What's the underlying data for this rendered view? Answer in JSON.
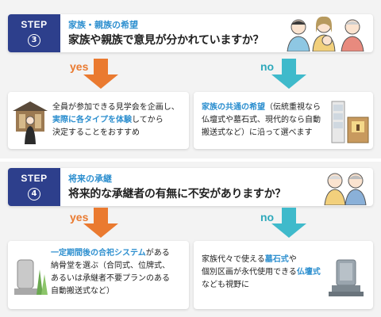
{
  "step3": {
    "step_label": "STEP",
    "step_number": "3",
    "title": "家族・親族の希望",
    "question": "家族や親族で意見が分かれていますか？",
    "yes_label": "yes",
    "no_label": "no",
    "yes_answer": {
      "line1": "全員が参加できる見学会を企画し、",
      "line2_highlight": "実際に各タイプを体験",
      "line2_rest": "してから",
      "line3": "決定することをおすすめ"
    },
    "no_answer": {
      "line1_highlight": "家族の共通の希望",
      "line1_rest": "（伝統重視なら",
      "line2": "仏壇式や墓石式、現代的なら自動",
      "line3": "搬送式など）に沿って選べます"
    }
  },
  "step4": {
    "step_label": "STEP",
    "step_number": "4",
    "title": "将来の承継",
    "question": "将来的な承継者の有無に不安がありますか？",
    "yes_label": "yes",
    "no_label": "no",
    "yes_answer": {
      "line1_highlight": "一定期間後の合祀システム",
      "line1_rest": "がある",
      "line2": "納骨堂を選ぶ（合同式、位牌式、",
      "line3": "あるいは承継者不要プランのある",
      "line4": "自動搬送式など）"
    },
    "no_answer": {
      "line1_a": "家族代々で使える",
      "line1_highlight": "墓石式",
      "line1_b": "や",
      "line2_a": "個別区画が永代使用できる",
      "line2_highlight": "仏壇式",
      "line3": "なども視野に"
    }
  },
  "colors": {
    "step_bg": "#2d3f8c",
    "accent_blue": "#2d8fcf",
    "yes_orange": "#ea7a30",
    "no_teal": "#3fbacb",
    "panel_bg": "#f3f3f3"
  },
  "icons": [
    "family-illustration",
    "temple-tour-illustration",
    "altar-illustration",
    "elderly-couple-illustration",
    "ossuary-illustration",
    "gravestone-illustration"
  ]
}
